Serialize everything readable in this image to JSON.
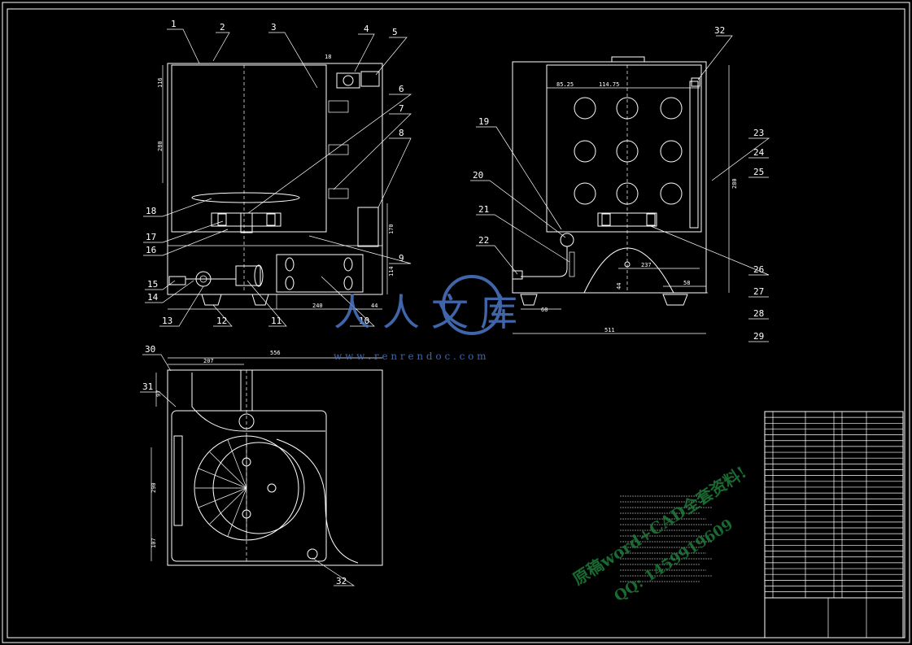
{
  "part_labels": {
    "p1": "1",
    "p2": "2",
    "p3": "3",
    "p4": "4",
    "p5": "5",
    "p6": "6",
    "p7": "7",
    "p8": "8",
    "p9": "9",
    "p10": "10",
    "p11": "11",
    "p12": "12",
    "p13": "13",
    "p14": "14",
    "p15": "15",
    "p16": "16",
    "p17": "17",
    "p18": "18",
    "p19": "19",
    "p20": "20",
    "p21": "21",
    "p22": "22",
    "p23": "23",
    "p24": "24",
    "p25": "25",
    "p26": "26",
    "p27": "27",
    "p28": "28",
    "p29": "29",
    "p30": "30",
    "p31": "31",
    "p32a": "32",
    "p32b": "32"
  },
  "dimensions": {
    "front_top": "18",
    "front_116": "116",
    "front_280": "280",
    "front_170": "170",
    "front_114": "114",
    "front_240": "240",
    "front_44": "44",
    "side_85": "85.25",
    "side_114": "114.75",
    "side_280": "280",
    "side_237": "237",
    "side_58": "58",
    "side_60": "60",
    "side_44": "44",
    "side_511": "511",
    "top_207": "207",
    "top_556": "556",
    "top_97": "97",
    "top_290": "290",
    "top_107": "107"
  },
  "watermark": {
    "brand": "人人文库",
    "url": "w w w . r e n r e n d o c . c o m",
    "line1": "原稿word+CAD全套资料!",
    "line2": "QQ: 1459919609"
  },
  "colors": {
    "background": "#000000",
    "linework": "#ffffff",
    "watermark_blue": "#4c78c8",
    "watermark_green": "#1e7d3a"
  }
}
